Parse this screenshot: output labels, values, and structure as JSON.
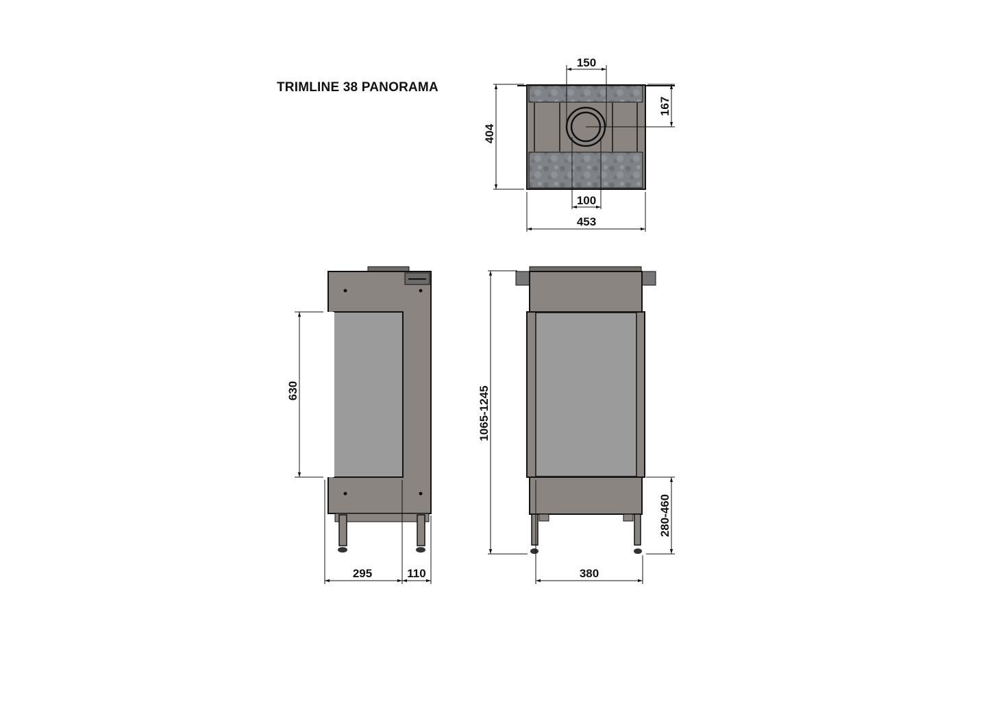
{
  "title": "TRIMLINE 38 PANORAMA",
  "colors": {
    "body": "#8a8581",
    "glass": "#9b9b9b",
    "stone": "#7d8185",
    "line": "#111111"
  },
  "views": {
    "top": {
      "name": "top-view",
      "dimensions": {
        "flue_outer": "150",
        "flue_inner": "100",
        "depth": "404",
        "flue_offset": "167",
        "width": "453"
      }
    },
    "side": {
      "name": "side-view",
      "dimensions": {
        "glass_height": "630",
        "depth_front": "295",
        "depth_rear": "110"
      }
    },
    "front": {
      "name": "front-view",
      "dimensions": {
        "total_height": "1065-1245",
        "base_height": "280-460",
        "width": "380"
      }
    }
  }
}
